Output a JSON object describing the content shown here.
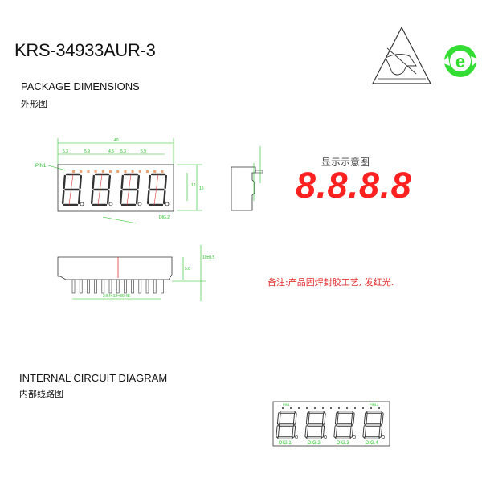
{
  "document": {
    "part_number": "KRS-34933AUR-3",
    "sections": {
      "package": {
        "title": "PACKAGE DIMENSIONS",
        "title_cn": "外形图"
      },
      "circuit": {
        "title": "INTERNAL CIRCUIT DIAGRAM",
        "title_cn": "内部线路图"
      }
    },
    "icons": [
      "esd-warning-icon",
      "rohs-e-recycle-icon"
    ],
    "display_preview": {
      "label": "显示示意图",
      "digits": "8.8.8.8",
      "color": "#ff2020"
    },
    "note": "备注:产品固焊封胶工艺, 发红光.",
    "front_view": {
      "pin1_label": "PIN1",
      "overall_width": "40",
      "pitch_labels": [
        "5.3",
        "5.9",
        "4.5",
        "5.3",
        "5.9"
      ],
      "height_labels": [
        "12",
        "16"
      ],
      "dp_label": "DIG.2"
    },
    "bottom_view": {
      "pin_span": "2.54×12=30.48",
      "height_label": "5.0",
      "total_label": "10±0.5"
    },
    "circuit_diagram": {
      "pin_labels": [
        "PIN1",
        "PIN13"
      ],
      "digit_labels": [
        "DIG.1",
        "DIG.2",
        "DIG.3",
        "DIG.4"
      ],
      "line_color": "#22cc22"
    },
    "colors": {
      "drawing_line": "#333333",
      "dimension": "#1fbf1f",
      "accent": "#e53030",
      "rohs": "#33dd33"
    }
  }
}
